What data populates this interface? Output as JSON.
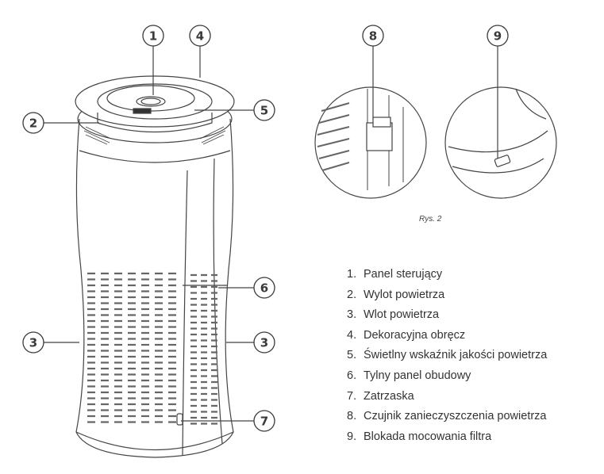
{
  "callouts": [
    "1",
    "2",
    "3",
    "4",
    "5",
    "6",
    "7",
    "8",
    "9"
  ],
  "caption": "Rys. 2",
  "legend": [
    {
      "num": "1.",
      "label": "Panel sterujący"
    },
    {
      "num": "2.",
      "label": "Wylot powietrza"
    },
    {
      "num": "3.",
      "label": "Wlot powietrza"
    },
    {
      "num": "4.",
      "label": "Dekoracyjna obręcz"
    },
    {
      "num": "5.",
      "label": "Świetlny wskaźnik jakości powietrza"
    },
    {
      "num": "6.",
      "label": "Tylny panel obudowy"
    },
    {
      "num": "7.",
      "label": "Zatrzaska"
    },
    {
      "num": "8.",
      "label": "Czujnik zanieczyszczenia powietrza"
    },
    {
      "num": "9.",
      "label": "Blokada mocowania filtra"
    }
  ],
  "colors": {
    "line": "#3a3a3a",
    "text": "#333333"
  }
}
